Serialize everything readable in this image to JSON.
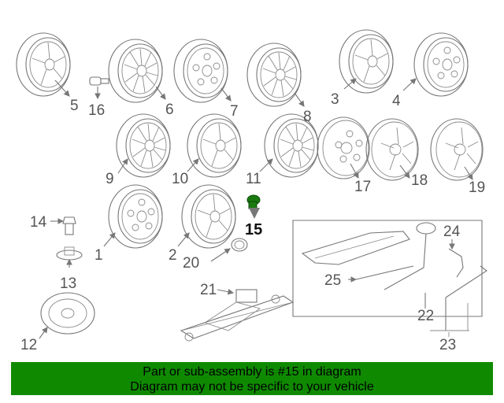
{
  "diagram": {
    "highlighted_part": "15",
    "callouts": [
      {
        "id": "c1",
        "text": "1"
      },
      {
        "id": "c2",
        "text": "2"
      },
      {
        "id": "c3",
        "text": "3"
      },
      {
        "id": "c4",
        "text": "4"
      },
      {
        "id": "c5",
        "text": "5"
      },
      {
        "id": "c6",
        "text": "6"
      },
      {
        "id": "c7",
        "text": "7"
      },
      {
        "id": "c8",
        "text": "8"
      },
      {
        "id": "c9",
        "text": "9"
      },
      {
        "id": "c10",
        "text": "10"
      },
      {
        "id": "c11",
        "text": "11"
      },
      {
        "id": "c12",
        "text": "12"
      },
      {
        "id": "c13",
        "text": "13"
      },
      {
        "id": "c14",
        "text": "14"
      },
      {
        "id": "c15",
        "text": "15"
      },
      {
        "id": "c16",
        "text": "16"
      },
      {
        "id": "c17",
        "text": "17"
      },
      {
        "id": "c18",
        "text": "18"
      },
      {
        "id": "c19",
        "text": "19"
      },
      {
        "id": "c20",
        "text": "20"
      },
      {
        "id": "c21",
        "text": "21"
      },
      {
        "id": "c22",
        "text": "22"
      },
      {
        "id": "c23",
        "text": "23"
      },
      {
        "id": "c24",
        "text": "24"
      },
      {
        "id": "c25",
        "text": "25"
      }
    ]
  },
  "banner": {
    "line1": "Part or sub-assembly is #15 in diagram",
    "line2": "Diagram may not be specific to your vehicle",
    "background_color": "#0f8a00"
  },
  "colors": {
    "highlight_part": "#1a7a10",
    "line_art": "#777777"
  }
}
